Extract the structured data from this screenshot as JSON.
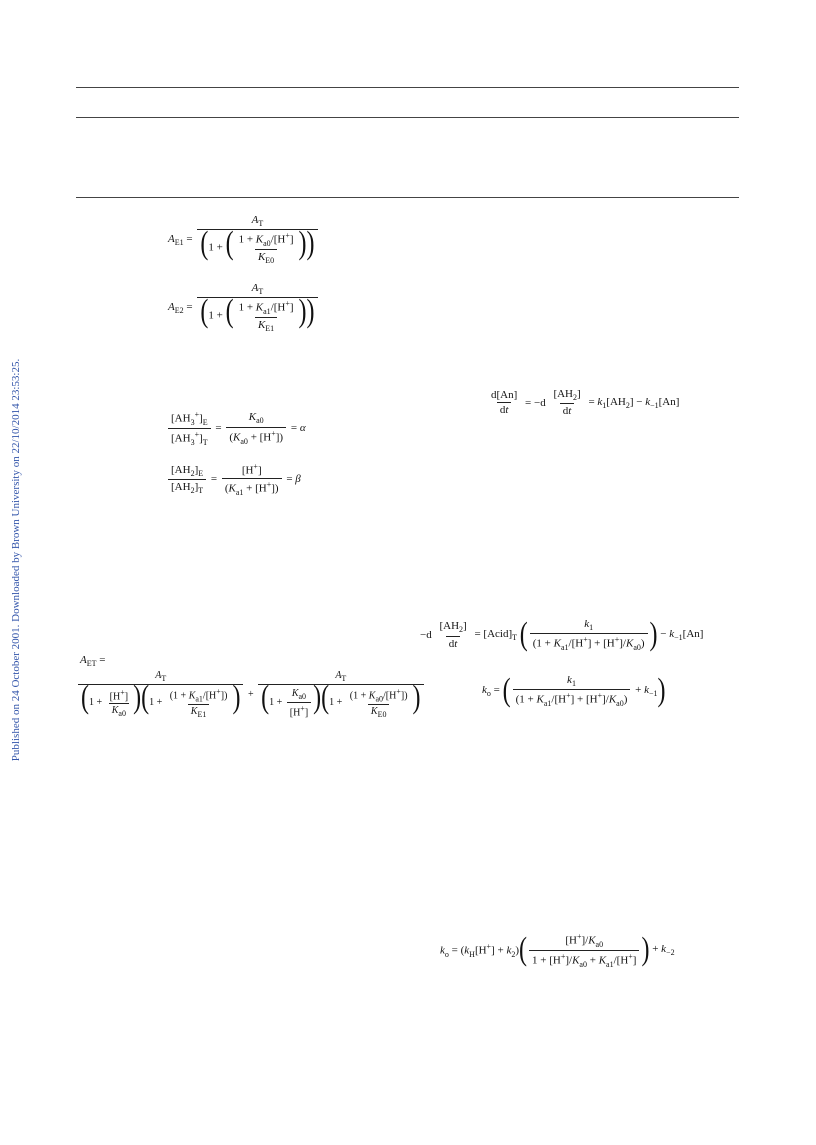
{
  "sidebar_text": "Published on 24 October 2001. Downloaded by Brown University on 22/10/2014 23:53:25.",
  "equations": {
    "ae1": "A_E1 = A_T / (1 + ((1 + K_a0/[H+]) / K_E0))",
    "ae2": "A_E2 = A_T / (1 + ((1 + K_a1/[H+]) / K_E1))",
    "alpha": "[AH3+]_E/[AH3+]_T = K_a0/(K_a0 + [H+]) = α",
    "beta": "[AH2]_E/[AH2]_T = [H+]/(K_a1 + [H+]) = β",
    "rate": "d[An]/dt = −d[AH2]/dt = k1[AH2] − k−1[An]",
    "aet_label": "A_ET =",
    "aet": "A_T/((1+[H+]/K_a0)(1+(1+K_a1/[H+])/K_E1)) + A_T/((1+K_a0/[H+])(1+(1+K_a0/[H+])/K_E0))",
    "acid_rate": "−d[AH2]/dt = [Acid]_T (k1/(1 + K_a1/[H+] + [H+]/K_a0)) − k−1[An]",
    "ko1": "k_o = (k1/(1 + K_a1/[H+] + [H+]/K_a0) + k−1)",
    "ko2": "k_o = (k_H[H+] + k2)([H+]/K_a0 / (1 + [H+]/K_a0 + K_a1/[H+])) + k−2"
  }
}
